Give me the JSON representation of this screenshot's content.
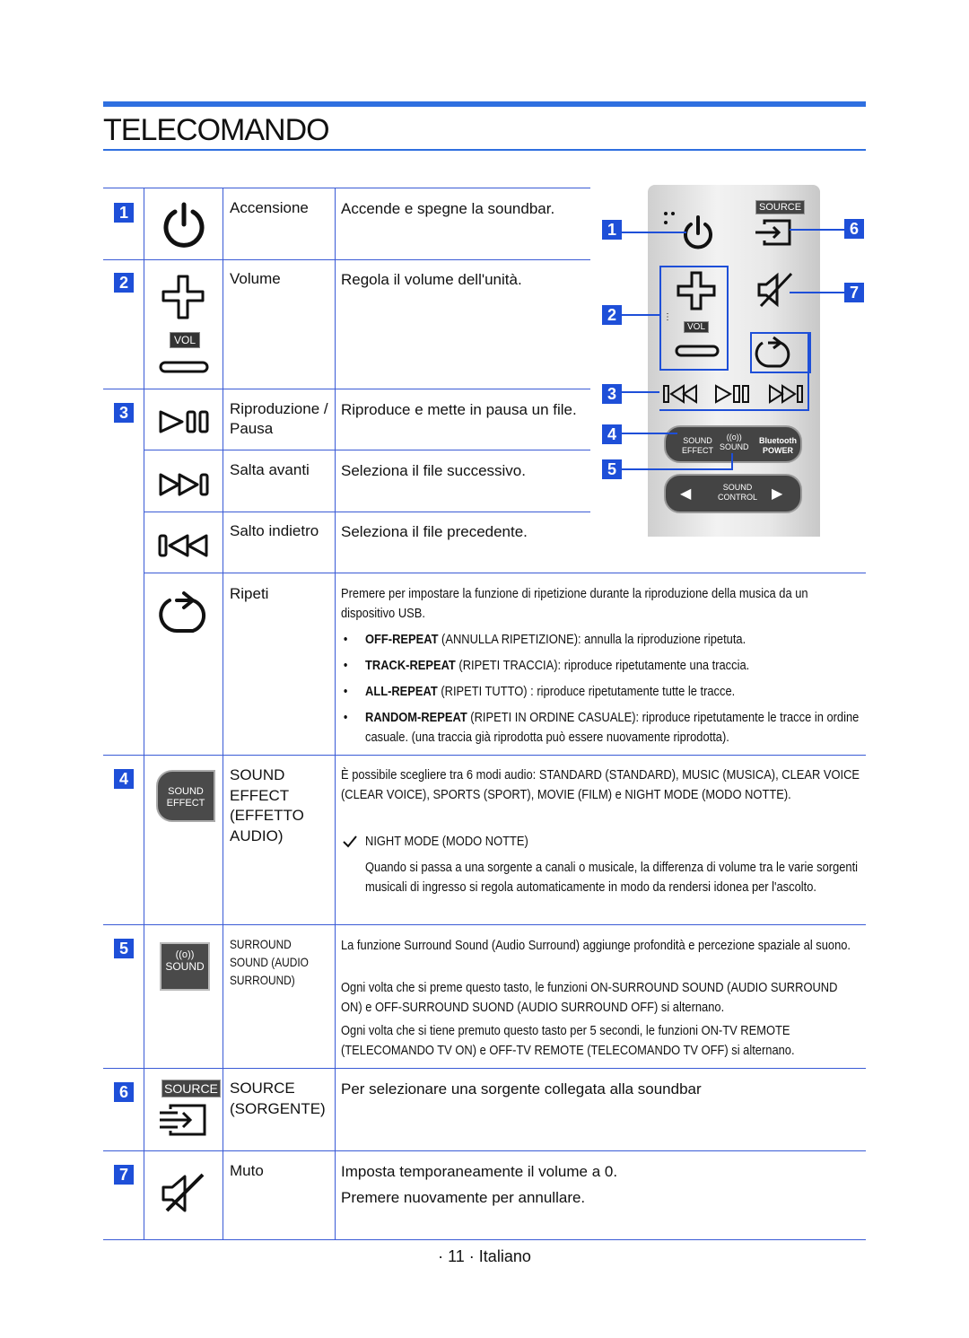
{
  "page": {
    "title": "TELECOMANDO",
    "footer": "· 11 · Italiano",
    "accent_color": "#1e4fd8"
  },
  "remote": {
    "source_label": "SOURCE",
    "vol_label": "VOL",
    "sound_effect_label_1": "SOUND",
    "sound_effect_label_2": "EFFECT",
    "sound_label": "SOUND",
    "bluetooth_label_1": "Bluetooth",
    "bluetooth_label_2": "POWER",
    "sound_control_label_1": "SOUND",
    "sound_control_label_2": "CONTROL",
    "callouts": [
      "1",
      "2",
      "3",
      "4",
      "5",
      "6",
      "7"
    ]
  },
  "rows": [
    {
      "num": "1",
      "icon": "power-icon",
      "name": "Accensione",
      "desc": "Accende e spegne la soundbar."
    },
    {
      "num": "2",
      "icon": "volume-icon",
      "name": "Volume",
      "desc": "Regola il volume dell'unità.",
      "badge": "VOL"
    },
    {
      "num": "3",
      "icon": "play-pause-icon",
      "name": "Riproduzione / Pausa",
      "desc": "Riproduce e mette in pausa un file."
    },
    {
      "num": "",
      "icon": "skip-forward-icon",
      "name": "Salta avanti",
      "desc": "Seleziona il file successivo."
    },
    {
      "num": "",
      "icon": "skip-back-icon",
      "name": "Salto indietro",
      "desc": "Seleziona il file precedente."
    },
    {
      "num": "",
      "icon": "repeat-icon",
      "name": "Ripeti",
      "desc": "Premere per impostare la funzione di ripetizione durante la riproduzione della musica da un dispositivo USB.",
      "bullets": [
        {
          "kw": "OFF-REPEAT",
          "text": " (ANNULLA RIPETIZIONE): annulla la riproduzione ripetuta."
        },
        {
          "kw": "TRACK-REPEAT",
          "text": " (RIPETI TRACCIA): riproduce ripetutamente una traccia."
        },
        {
          "kw": "ALL-REPEAT",
          "text": " (RIPETI TUTTO) : riproduce ripetutamente tutte le tracce."
        },
        {
          "kw": "RANDOM-REPEAT",
          "text": " (RIPETI IN ORDINE CASUALE): riproduce ripetutamente le tracce in ordine casuale. (una traccia già riprodotta può essere nuovamente riprodotta)."
        }
      ]
    },
    {
      "num": "4",
      "icon": "sound-effect-icon",
      "name": "SOUND EFFECT (EFFETTO AUDIO)",
      "desc": "È possibile scegliere tra 6 modi audio: STANDARD (STANDARD), MUSIC (MUSICA), CLEAR VOICE (CLEAR VOICE), SPORTS (SPORT), MOVIE (FILM) e NIGHT MODE (MODO NOTTE).",
      "check_title": "NIGHT MODE (MODO NOTTE)",
      "check_text": "Quando si passa a una sorgente a canali o musicale, la differenza di volume tra le varie sorgenti musicali di ingresso si regola automaticamente in modo da rendersi idonea per l'ascolto.",
      "btn_1": "SOUND",
      "btn_2": "EFFECT"
    },
    {
      "num": "5",
      "icon": "surround-sound-icon",
      "name": "SURROUND SOUND (AUDIO SURROUND)",
      "desc_1": "La funzione Surround Sound (Audio Surround) aggiunge profondità e percezione spaziale al suono.",
      "desc_2": "Ogni volta che si preme questo tasto, le funzioni ON-SURROUND SOUND (AUDIO SURROUND ON) e OFF-SURROUND SUOND (AUDIO SURROUND OFF) si alternano.",
      "desc_3": "Ogni volta che si tiene premuto questo tasto per 5 secondi, le funzioni ON-TV REMOTE (TELECOMANDO TV ON) e OFF-TV REMOTE (TELECOMANDO TV OFF) si alternano.",
      "btn": "SOUND"
    },
    {
      "num": "6",
      "icon": "source-icon",
      "name": "SOURCE (SORGENTE)",
      "desc": "Per selezionare una sorgente collegata alla soundbar",
      "badge": "SOURCE"
    },
    {
      "num": "7",
      "icon": "mute-icon",
      "name": "Muto",
      "desc_1": "Imposta temporaneamente il volume a 0.",
      "desc_2": "Premere nuovamente per annullare."
    }
  ]
}
